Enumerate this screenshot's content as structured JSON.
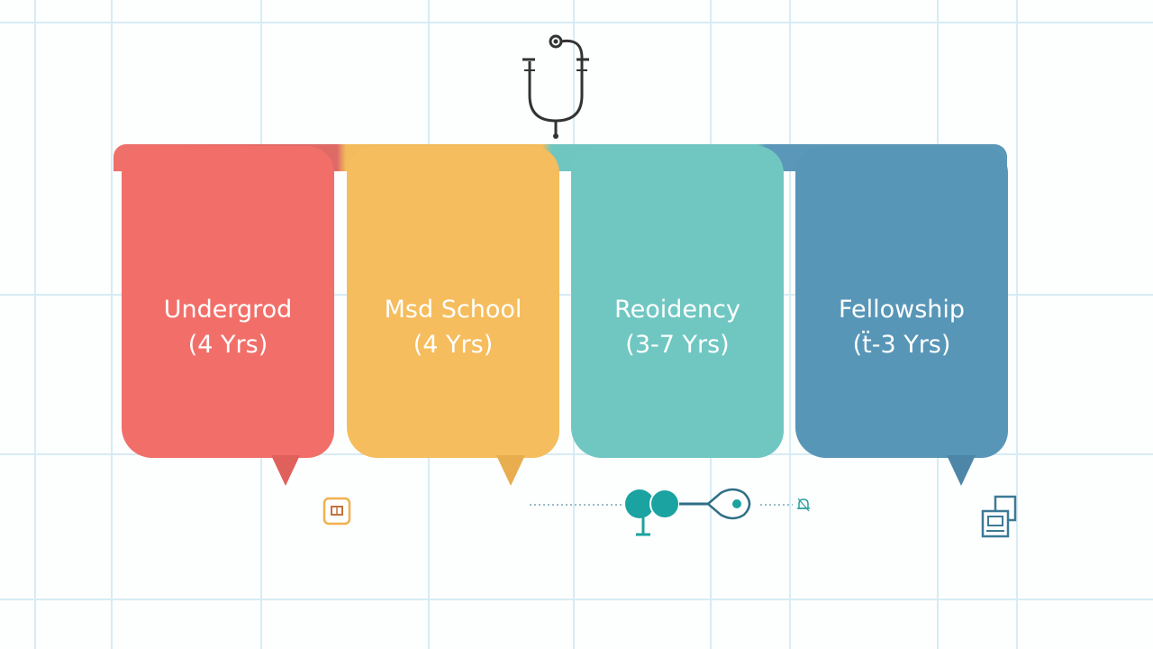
{
  "colors": {
    "undergrad": "#f26f69",
    "med_school": "#f5bd5d",
    "residency": "#70c7c2",
    "fellowship": "#5896b7",
    "grid": "#d6ecf4",
    "icon_dark": "#333333",
    "icon_teal": "#1aa3a0"
  },
  "stages": [
    {
      "title": "Undergrod",
      "duration": "(4 Yrs)"
    },
    {
      "title": "Msd School",
      "duration": "(4 Yrs)"
    },
    {
      "title": "Reoidency",
      "duration": "(3-7 Yrs)"
    },
    {
      "title": "Fellowship",
      "duration": "(ẗ-3 Yrs)"
    }
  ],
  "icons": {
    "top": "stethoscope-icon",
    "stage_1": "book-icon",
    "stage_3": "stethoscope-tube-icon",
    "stage_3_small": "bell-icon",
    "stage_4": "certificate-stack-icon"
  }
}
